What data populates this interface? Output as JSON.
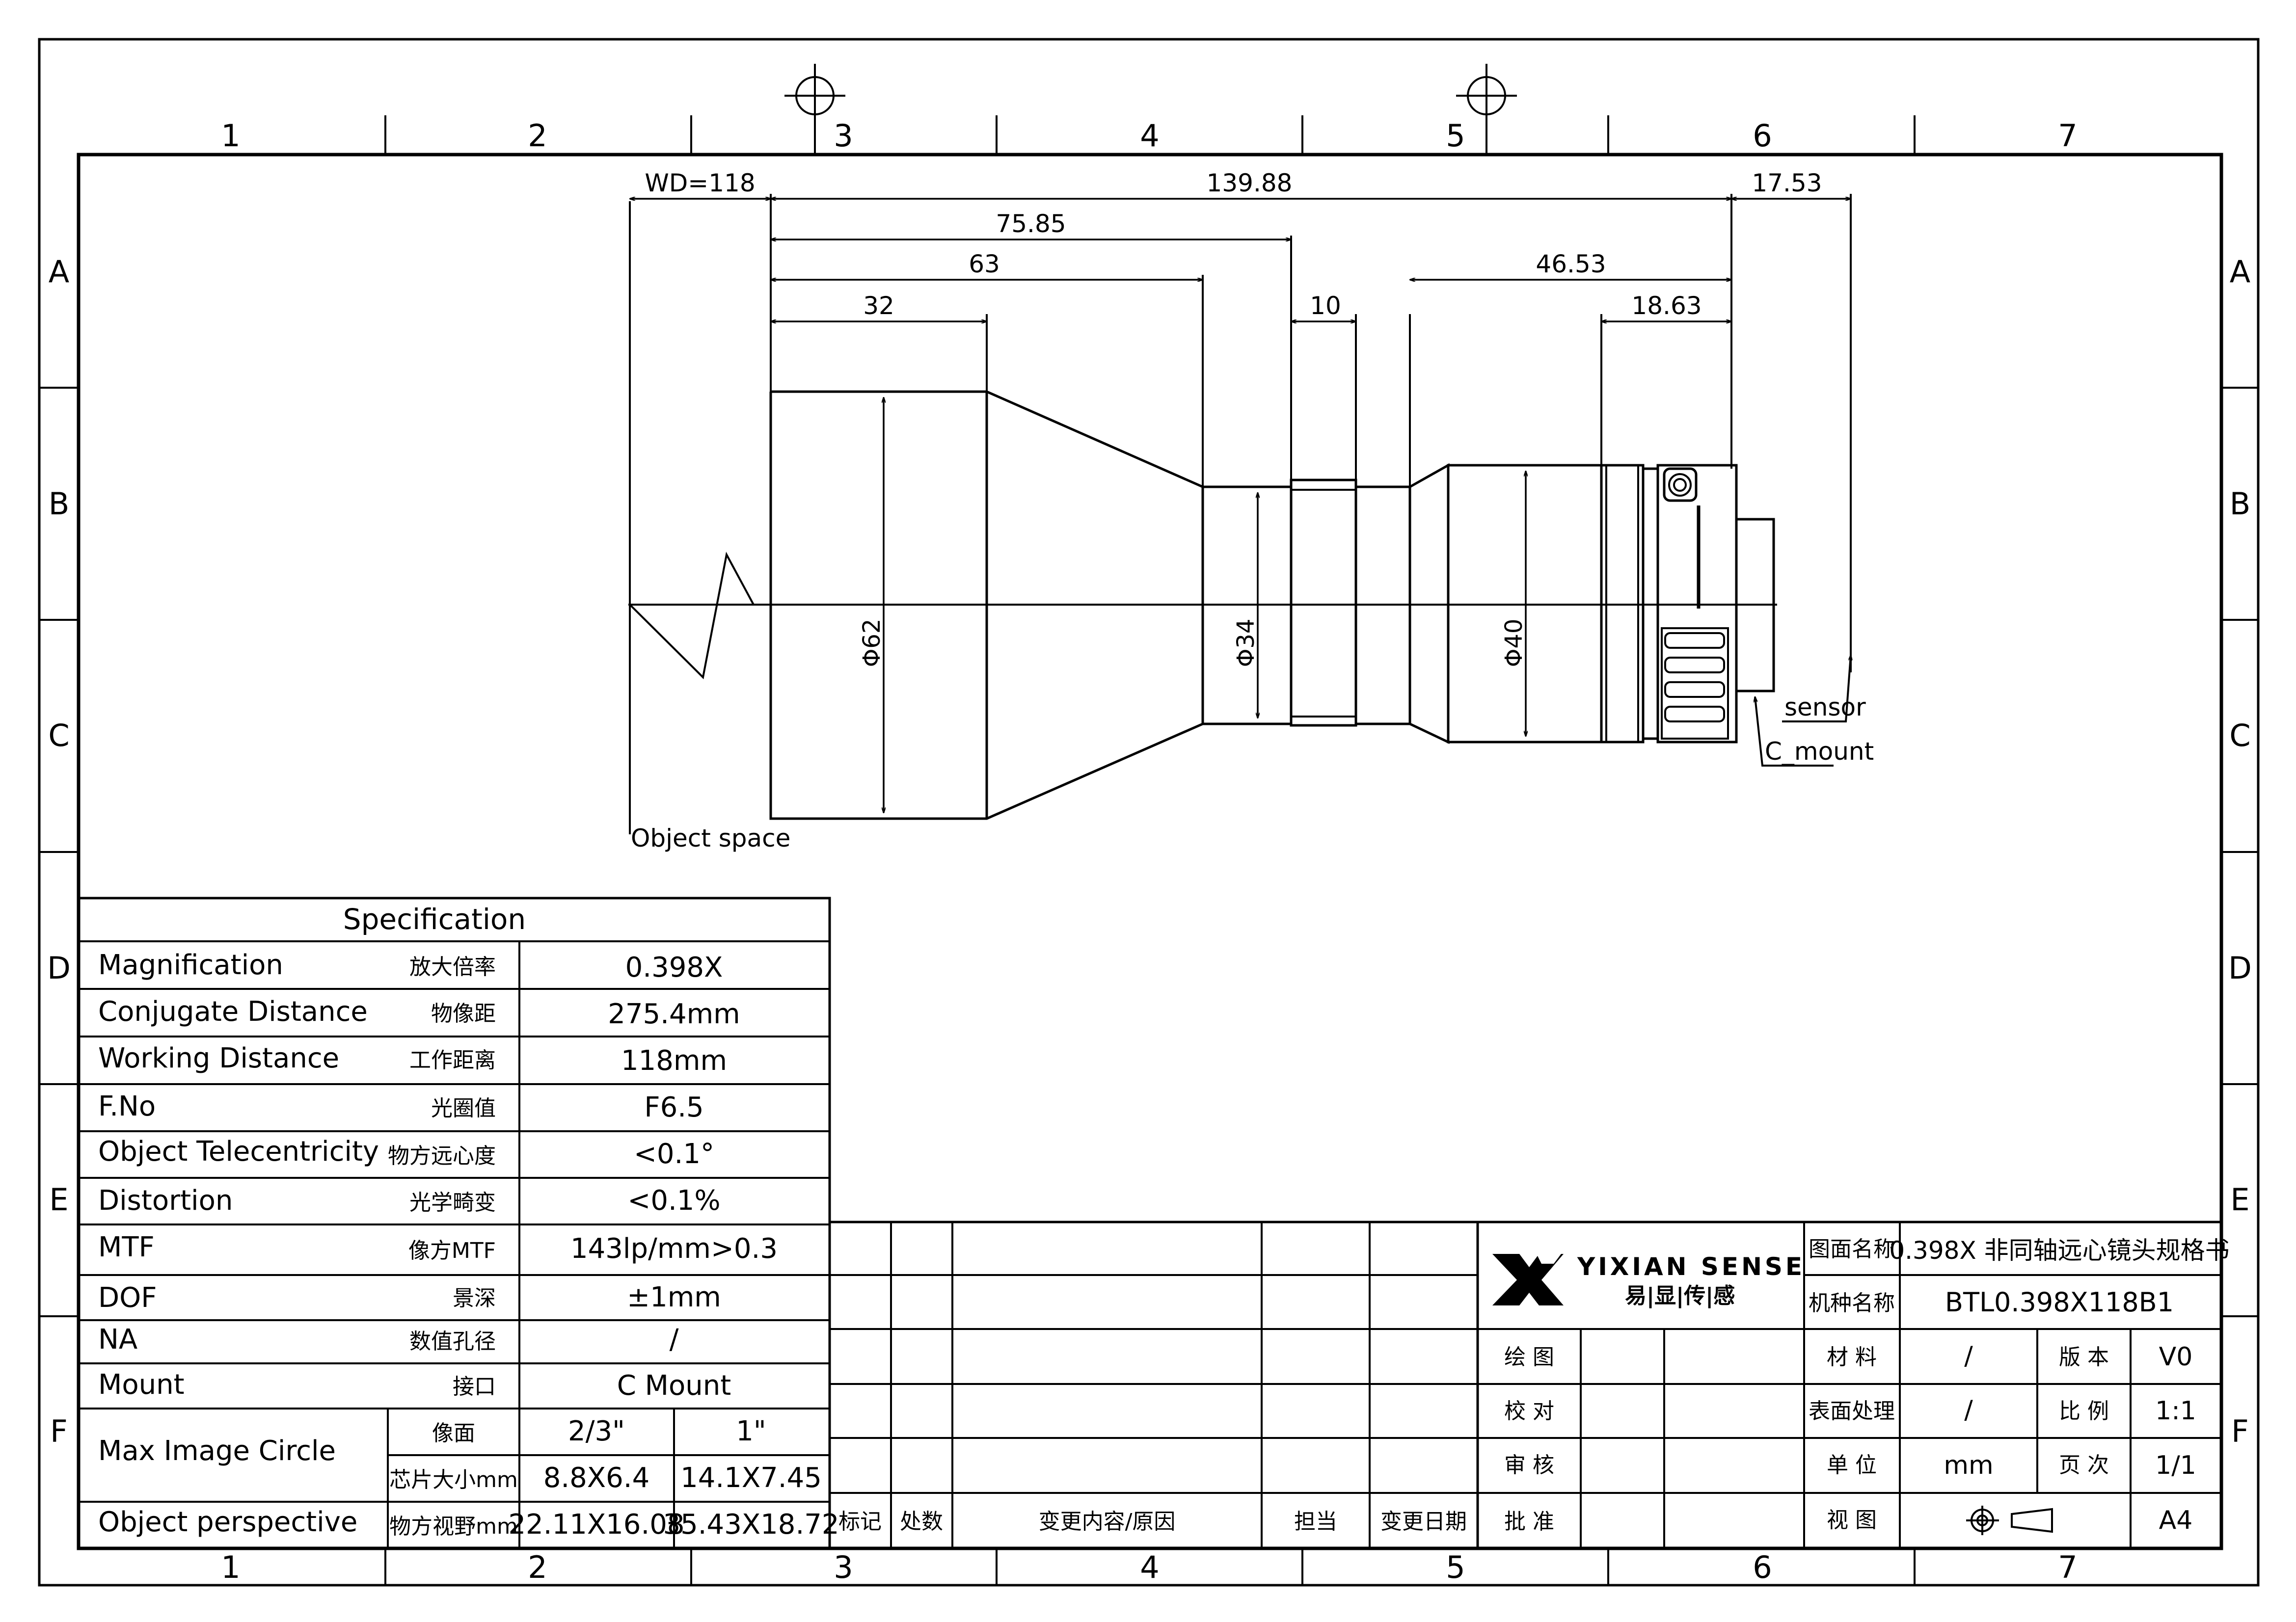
{
  "grid": {
    "columns": [
      "1",
      "2",
      "3",
      "4",
      "5",
      "6",
      "7"
    ],
    "rows": [
      "A",
      "B",
      "C",
      "D",
      "E",
      "F"
    ]
  },
  "dimensions": {
    "wd": "WD=118",
    "total": "139.88",
    "d_7585": "75.85",
    "d_63": "63",
    "d_32": "32",
    "d_10": "10",
    "d_4653": "46.53",
    "d_1863": "18.63",
    "d_1753": "17.53",
    "phi62": "Φ62",
    "phi34": "Φ34",
    "phi40": "Φ40"
  },
  "labels": {
    "object_space": "Object space",
    "sensor": "sensor",
    "c_mount": "C_mount"
  },
  "spec": {
    "title": "Specification",
    "rows": [
      {
        "en": "Magnification",
        "cn": "放大倍率",
        "val": "0.398X"
      },
      {
        "en": "Conjugate Distance",
        "cn": "物像距",
        "val": "275.4mm"
      },
      {
        "en": "Working Distance",
        "cn": "工作距离",
        "val": "118mm"
      },
      {
        "en": "F.No",
        "cn": "光圈值",
        "val": "F6.5"
      },
      {
        "en": "Object Telecentricity",
        "cn": "物方远心度",
        "val": "<0.1°"
      },
      {
        "en": "Distortion",
        "cn": "光学畸变",
        "val": "<0.1%"
      },
      {
        "en": "MTF",
        "cn": "像方MTF",
        "val": "143lp/mm>0.3"
      },
      {
        "en": "DOF",
        "cn": "景深",
        "val": "±1mm"
      },
      {
        "en": "NA",
        "cn": "数值孔径",
        "val": "/"
      },
      {
        "en": "Mount",
        "cn": "接口",
        "val": "C Mount"
      }
    ],
    "max_image_circle": {
      "en": "Max Image Circle",
      "sub1": "像面",
      "v1a": "2/3\"",
      "v1b": "1\"",
      "sub2": "芯片大小mm",
      "v2a": "8.8X6.4",
      "v2b": "14.1X7.45"
    },
    "object_perspective": {
      "en": "Object perspective",
      "cn": "物方视野mm",
      "va": "22.11X16.08",
      "vb": "35.43X18.72"
    }
  },
  "revision": {
    "headers": [
      "标记",
      "处数",
      "变更内容/原因",
      "担当",
      "变更日期"
    ]
  },
  "titleblock": {
    "brand": "YIXIAN SENSE",
    "brand_cn": "易|显|传|感",
    "drawing_name_label": "图面名称",
    "drawing_name": "0.398X 非同轴远心镜头规格书",
    "model_label": "机种名称",
    "model": "BTL0.398X118B1",
    "draw": "绘 图",
    "check": "校 对",
    "review": "审 核",
    "approve": "批 准",
    "material_label": "材 料",
    "material": "/",
    "version_label": "版 本",
    "version": "V0",
    "surface_label": "表面处理",
    "surface": "/",
    "scale_label": "比 例",
    "scale": "1:1",
    "unit_label": "单 位",
    "unit": "mm",
    "page_label": "页 次",
    "page": "1/1",
    "view_label": "视 图",
    "paper": "A4"
  }
}
